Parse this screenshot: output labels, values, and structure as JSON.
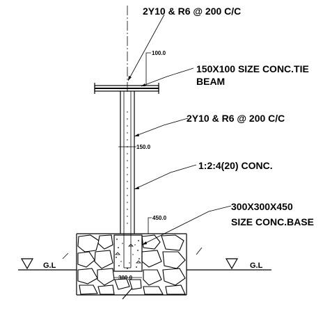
{
  "callouts": {
    "top_rebar": "2Y10 &  R6 @ 200 C/C",
    "tie_beam_line1": "150X100 SIZE CONC.TIE",
    "tie_beam_line2": "BEAM",
    "mid_rebar": "2Y10 &  R6 @ 200 C/C",
    "concrete_mix": "1:2:4(20) CONC.",
    "base_line1": "300X300X450",
    "base_line2": "SIZE CONC.BASE"
  },
  "dimensions": {
    "beam_depth": "100.0",
    "post_width": "150.0",
    "base_depth": "450.0",
    "base_width": "300.0"
  },
  "ground_level": {
    "left": "G.L",
    "right": "G.L"
  }
}
